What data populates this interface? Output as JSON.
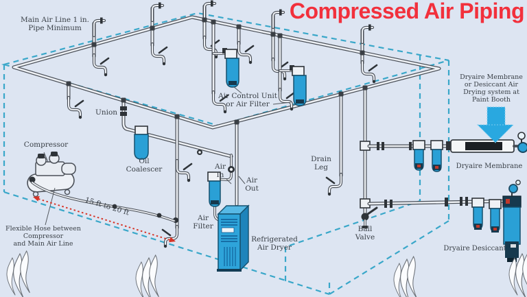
{
  "title": "Compressed Air Piping",
  "colors": {
    "background": "#dde5f2",
    "title_red": "#f2303c",
    "dashed_line_teal": "#39a7c9",
    "pipe_outline": "#474c54",
    "equipment_blue": "#2aa0d6",
    "distance_arrow_red": "#d63427",
    "booth_arrow_blue": "#29a8e0"
  },
  "icons": {
    "paint_booth_arrow": "down-arrow",
    "watermark": "flame",
    "valve_handles": "lever",
    "gauges": "round-gauge"
  },
  "diagram": {
    "labels": {
      "main_air_line": "Main Air Line 1 in.\nPipe Minimum",
      "union": "Union",
      "compressor": "Compressor",
      "oil_coalescer": "Oil\nCoalescer",
      "air_control_unit": "Air Control Unit\nor Air Filter",
      "air_in": "Air\nIn",
      "air_out": "Air\nOut",
      "air_filter": "Air\nFilter",
      "refrigerated_air_dryer": "Refrigerated\nAir Dryer",
      "drain_leg": "Drain\nLeg",
      "ball_valve": "Ball\nValve",
      "dryaire_membrane": "Dryaire Membrane",
      "dryaire_desiccant": "Dryaire Desiccant",
      "flexible_hose": "Flexible Hose between\nCompressor\nand Main Air Line",
      "distance": "15 ft to 20 ft",
      "paint_booth_note": "Dryaire Membrane\nor Desiccant Air\nDrying system at\nPaint Booth"
    }
  }
}
